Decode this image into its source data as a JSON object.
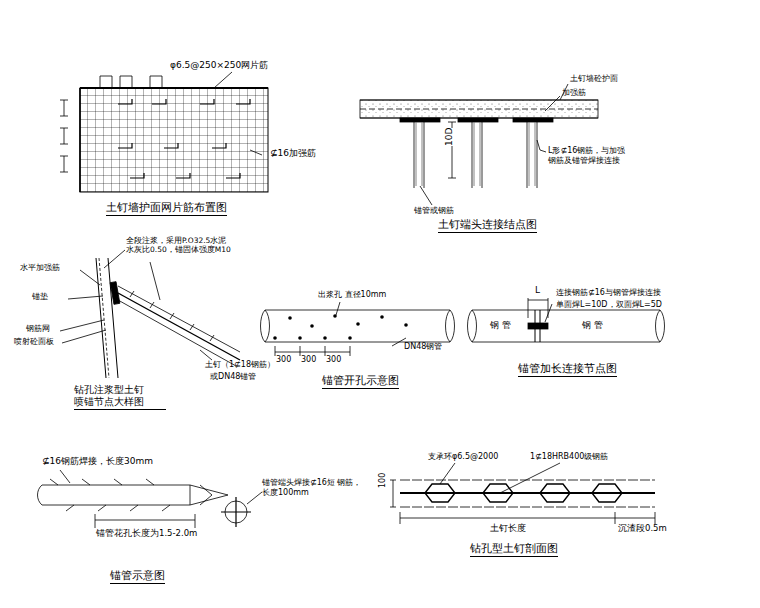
{
  "diagram": {
    "labels": [
      "φ6.5@250×250网片筋",
      "⊈16加强筋",
      "土钉墙护面网片筋布置图",
      "土钉墙砼护面",
      "加强筋",
      "10D",
      "L形⊈16钢筋，与加强 钢筋及锚管焊接连接",
      "锚管或钢筋",
      "土钉端头连接结点图",
      "水平加强筋",
      "锚垫",
      "钢筋网",
      "喷射砼面板",
      "全段注浆，采用P.O32.5水泥 水灰比0.50，锚固体强度M10",
      "土钉（1⊈18钢筋）",
      "或DN48锚管",
      "钻孔注浆型土钉 喷锚节点大样图",
      "出浆孔 直径10mm",
      "DN48钢管",
      "300",
      "300",
      "300",
      "锚管开孔示意图",
      "L",
      "连接钢筋⊈16与钢管焊接连接",
      "单面焊L=10D，双面焊L=5D",
      "钢 管",
      "钢 管",
      "锚管加长连接节点图",
      "⊈16钢筋焊接，长度30mm",
      "锚管花孔长度为1.5-2.0m",
      "锚管端头焊接⊈16短 钢筋，长度100mm",
      "锚管示意图",
      "支承环φ6.5@2000",
      "1⊈18HRB400级钢筋",
      "100",
      "土钉长度",
      "沉渣段0.5m",
      "钻孔型土钉剖面图"
    ]
  }
}
